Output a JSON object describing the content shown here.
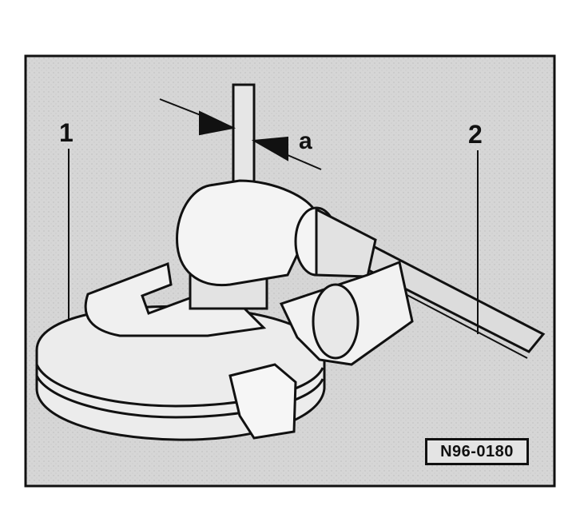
{
  "callouts": {
    "part_1": "1",
    "part_2": "2",
    "dimension_a": "a"
  },
  "reference_code": "N96-0180",
  "colors": {
    "panel_fill": "#d9d9d9",
    "line": "#111111",
    "part_fill": "#e8e8e8"
  }
}
